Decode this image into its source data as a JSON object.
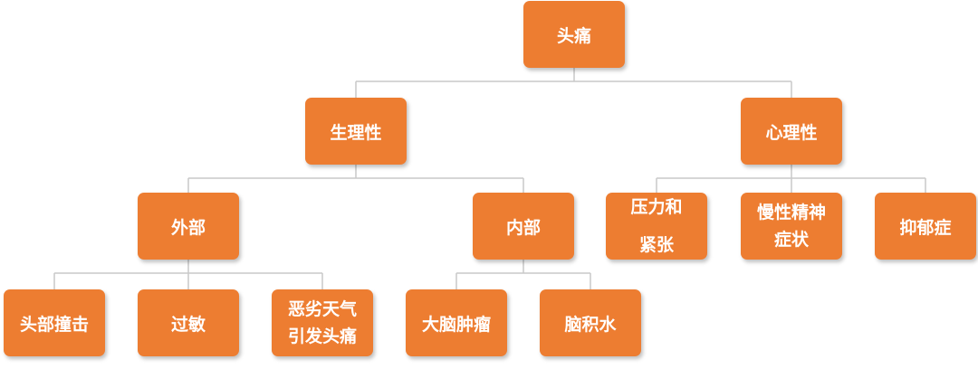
{
  "diagram": {
    "root": {
      "label": "头痛"
    },
    "level1": {
      "physiological": {
        "label": "生理性"
      },
      "psychological": {
        "label": "心理性"
      }
    },
    "level2": {
      "external": {
        "label": "外部"
      },
      "internal": {
        "label": "内部"
      },
      "stress": {
        "label": "压力和\n紧张"
      },
      "chronic_mental": {
        "label": "慢性精神\n症状"
      },
      "depression": {
        "label": "抑郁症"
      }
    },
    "level3": {
      "head_impact": {
        "label": "头部撞击"
      },
      "allergy": {
        "label": "过敏"
      },
      "bad_weather": {
        "label": "恶劣天气\n引发头痛"
      },
      "brain_tumor": {
        "label": "大脑肿瘤"
      },
      "hydrocephalus": {
        "label": "脑积水"
      }
    },
    "colors": {
      "node_fill": "#ed7d31",
      "node_text": "#ffffff",
      "connector": "#c8c8c8"
    }
  }
}
